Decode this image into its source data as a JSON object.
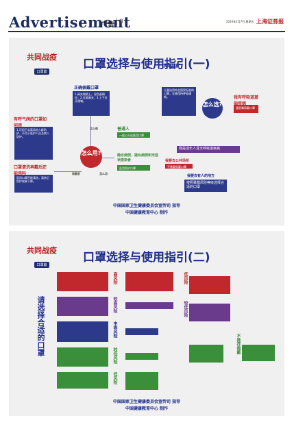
{
  "header": {
    "masthead": "Advertisement",
    "section_cn": "广告",
    "page_no": "8",
    "dateline": "2020年2月7日 星期五",
    "paper": "上海证券报"
  },
  "panel1": {
    "logo_main": "共同战疫",
    "logo_sub": "口罩篇",
    "title": "口罩选择与使用指引(一)",
    "sub_left_title": "有呼气阀的口罩如何用",
    "sub_left_text": "1.可用于非高风险人群防护，不用于医护人员及病人防护。",
    "sub_left2_title": "口罩清洗再戴后还能用吗",
    "sub_left2_text": "医用口罩不能清洗，清洗后防护效果下降。",
    "correct_title": "正确佩戴口罩",
    "correct_text": "1.鼻夹侧朝上，深色面朝外；2.压紧鼻夹；3.上下拉开褶皱。",
    "center_q": "怎么用?",
    "right_center_q": "怎么选?",
    "green1": "普通人",
    "green1_text": "一般公众选医用口罩",
    "green2": "确诊病例、疑似病例和无症状感染者",
    "green2_text": "医用防护口罩",
    "kids_title": "我是儿童",
    "kids_text": "儿童选用符合国家标准的口罩，注意保持呼吸通畅。",
    "breath_title": "我有呼吸道基础疾病",
    "breath_text": "遵医嘱佩戴口罩",
    "special_label": "我是成年人且无呼吸道疾病",
    "public_label": "我要去公共场所",
    "public_text": "不需要佩戴口罩",
    "crowd_label": "我要去有人的地方",
    "crowd_text": "按照暴露风险等级选择合适的口罩",
    "edge1": "怎么做",
    "edge2": "佩戴前",
    "edge3": "怎么用",
    "footer1": "中国国家卫生健康委员会宣传司 指导",
    "footer2": "中国健康教育中心 制作"
  },
  "panel2": {
    "logo_main": "共同战疫",
    "logo_sub": "口罩篇",
    "title": "口罩选择与使用指引(二)",
    "side_title": "请选择合适的口罩",
    "levels": [
      "高风险",
      "较高风险",
      "中等风险",
      "较低风险",
      "低风险"
    ],
    "right_levels": [
      "低风险",
      "较低风险"
    ],
    "far_right": "不推荐佩戴",
    "footer1": "中国国家卫生健康委员会宣传司 指导",
    "footer2": "中国健康教育中心 制作"
  }
}
